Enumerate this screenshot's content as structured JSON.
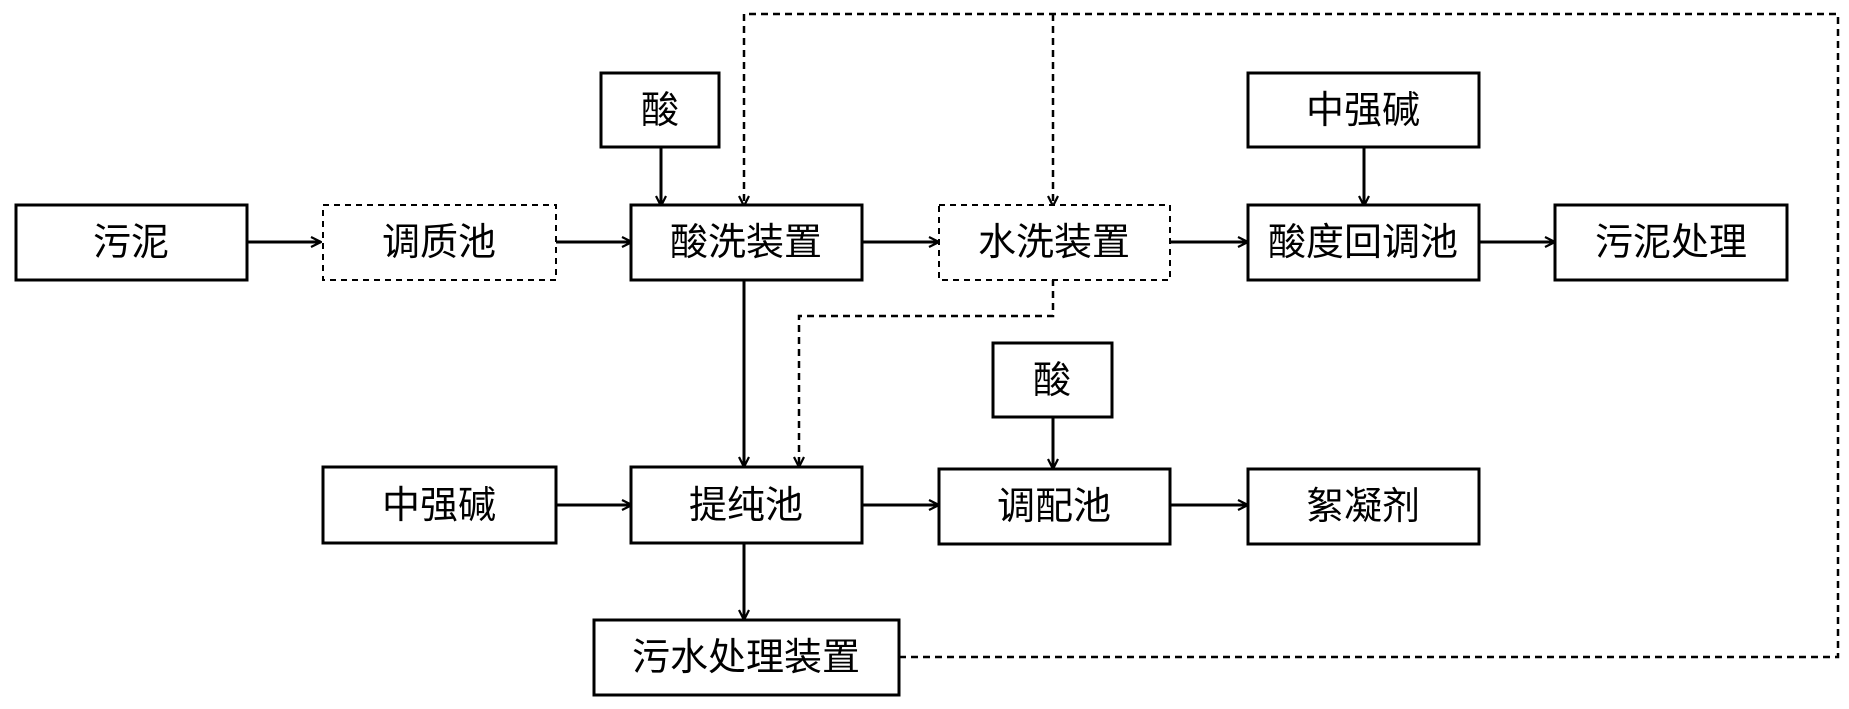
{
  "nodes": {
    "sludge": "污泥",
    "conditioning_tank": "调质池",
    "acid_top": "酸",
    "acid_wash_device": "酸洗装置",
    "water_wash_device": "水洗装置",
    "base_top": "中强碱",
    "acidity_adjust_tank": "酸度回调池",
    "sludge_treatment": "污泥处理",
    "base_left": "中强碱",
    "purification_tank": "提纯池",
    "acid_mid": "酸",
    "blending_tank": "调配池",
    "flocculant": "絮凝剂",
    "wastewater_device": "污水处理装置"
  },
  "colors": {
    "line": "#000000",
    "background": "#ffffff"
  }
}
